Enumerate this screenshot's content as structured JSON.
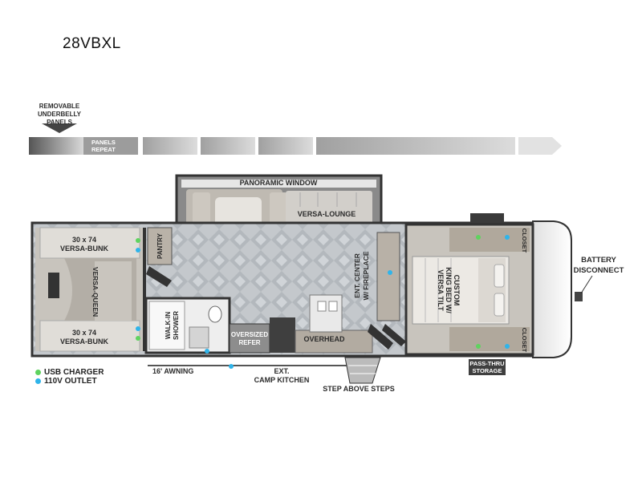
{
  "model_name": "28VBXL",
  "panels": {
    "removable_label": [
      "REMOVABLE",
      "UNDERBELLY",
      "PANELS"
    ],
    "repeat_label": [
      "PANELS",
      "REPEAT"
    ]
  },
  "rooms": {
    "panoramic_window": "PANORAMIC WINDOW",
    "versa_lounge": "VERSA-LOUNGE",
    "bunk_top": [
      "30 x 74",
      "VERSA-BUNK"
    ],
    "bunk_bottom": [
      "30 x 74",
      "VERSA-BUNK"
    ],
    "versa_queen": "VERSA-QUEEN",
    "pantry": "PANTRY",
    "walk_in_shower": [
      "WALK-IN",
      "SHOWER"
    ],
    "oversized_refer": [
      "OVERSIZED",
      "REFER"
    ],
    "overhead": "OVERHEAD",
    "ent_center": [
      "ENT. CENTER",
      "W/ FIREPLACE"
    ],
    "custom_bed": [
      "CUSTOM",
      "KING BED W/",
      "VERSA TILT"
    ],
    "closet_top": "CLOSET",
    "closet_bottom": "CLOSET",
    "pass_thru": [
      "PASS-THRU",
      "STORAGE"
    ]
  },
  "exterior": {
    "battery": [
      "BATTERY",
      "DISCONNECT"
    ],
    "awning": "16' AWNING",
    "camp_kitchen": [
      "EXT.",
      "CAMP KITCHEN"
    ],
    "step_above": "STEP ABOVE STEPS"
  },
  "legend": {
    "usb": "USB CHARGER",
    "outlet": "110V OUTLET"
  },
  "colors": {
    "usb": "#5fd35f",
    "outlet": "#2fb4ea",
    "wall": "#3a3a3a",
    "floor": "#c9cdd1",
    "wood": "#b8a898"
  }
}
